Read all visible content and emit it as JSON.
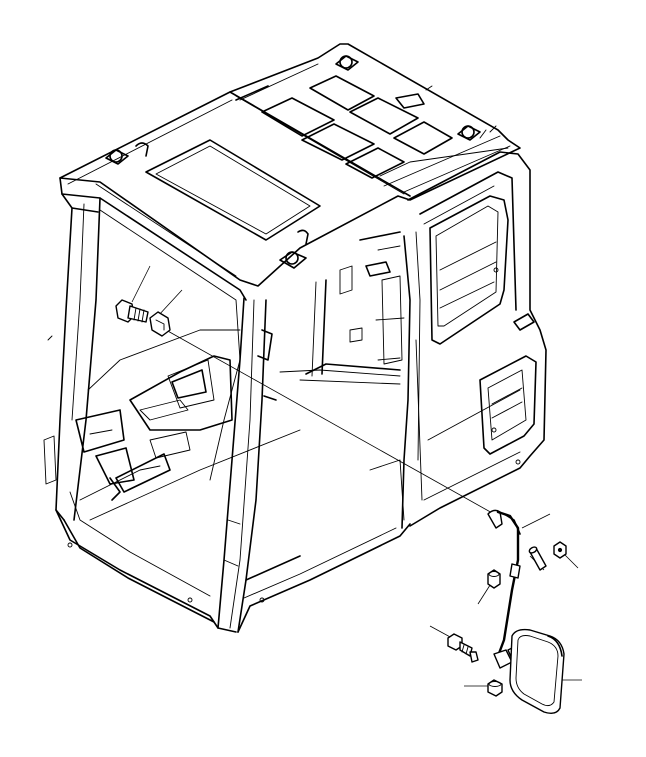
{
  "diagram": {
    "parts": [
      {
        "id": "cab",
        "name": "cab"
      },
      {
        "id": "bolt",
        "name": "bolt"
      },
      {
        "id": "bracket",
        "name": "bracket"
      },
      {
        "id": "mirror-stay",
        "name": "mirror stay"
      },
      {
        "id": "pin",
        "name": "pin"
      },
      {
        "id": "nut-top",
        "name": "nut"
      },
      {
        "id": "collar",
        "name": "collar"
      },
      {
        "id": "screw",
        "name": "screw"
      },
      {
        "id": "nut-bottom",
        "name": "nut"
      },
      {
        "id": "mirror",
        "name": "mirror"
      }
    ],
    "colors": {
      "line": "#000000",
      "background": "#ffffff"
    }
  }
}
